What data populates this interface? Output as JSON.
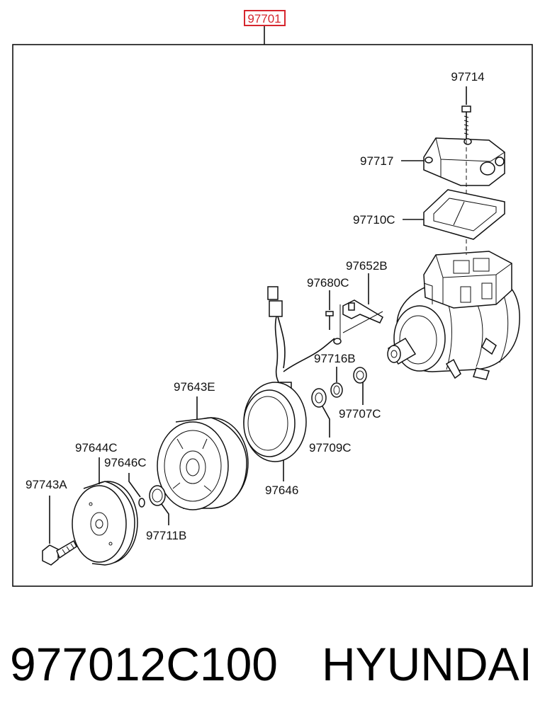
{
  "diagram": {
    "assembly_label": "97701",
    "highlight_color": "#d6262e",
    "parts": [
      {
        "id": "97714",
        "label": "97714"
      },
      {
        "id": "97717",
        "label": "97717"
      },
      {
        "id": "97710C",
        "label": "97710C"
      },
      {
        "id": "97652B",
        "label": "97652B"
      },
      {
        "id": "97680C",
        "label": "97680C"
      },
      {
        "id": "97716B",
        "label": "97716B"
      },
      {
        "id": "97707C",
        "label": "97707C"
      },
      {
        "id": "97643E",
        "label": "97643E"
      },
      {
        "id": "97709C",
        "label": "97709C"
      },
      {
        "id": "97644C",
        "label": "97644C"
      },
      {
        "id": "97646C",
        "label": "97646C"
      },
      {
        "id": "97646",
        "label": "97646"
      },
      {
        "id": "97743A",
        "label": "97743A"
      },
      {
        "id": "97711B",
        "label": "97711B"
      }
    ]
  },
  "footer": {
    "part_number": "977012C100",
    "brand": "HYUNDAI"
  }
}
